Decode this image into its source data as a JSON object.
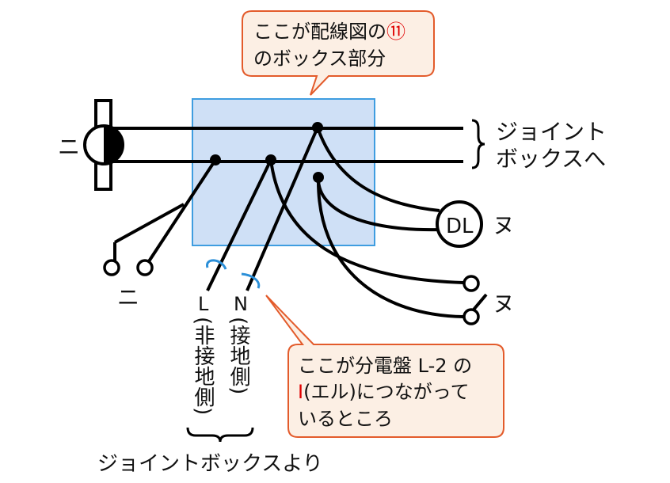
{
  "callout_top": {
    "line1": "ここが配線図の",
    "marker": "⑪",
    "line2": "のボックス部分"
  },
  "callout_bottom": {
    "line1": "ここが分電盤 L-2 の",
    "line2_red": "I",
    "line2_rest": "(エル)につながって",
    "line3": "いるところ"
  },
  "labels": {
    "ni_lamp": "ニ",
    "ni_switch": "ニ",
    "dl": "DL",
    "nu_light": "ヌ",
    "nu_switch": "ヌ",
    "to_joint_line1": "ジョイント",
    "to_joint_line2": "ボックスへ",
    "l_label": "L",
    "n_label": "N",
    "l_vertical": "(非接地側)",
    "n_vertical": "(接地側)",
    "from_joint": "ジョイントボックスより"
  },
  "colors": {
    "box_fill": "#cfe0f6",
    "box_stroke": "#3f9de0",
    "callout_fill": "#fcefe4",
    "callout_stroke": "#e35b2b",
    "cable_ellipse": "#2b8fd8",
    "marker": "#e00000"
  }
}
